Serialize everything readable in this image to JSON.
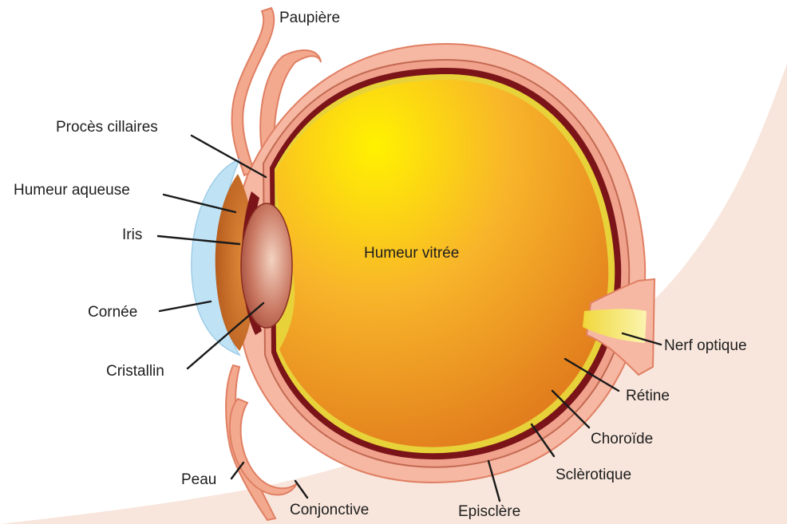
{
  "diagram": {
    "labels": {
      "paupiere": "Paupière",
      "proces_cillaires": "Procès cillaires",
      "humeur_aqueuse": "Humeur aqueuse",
      "iris": "Iris",
      "cornee": "Cornée",
      "cristallin": "Cristallin",
      "peau": "Peau",
      "conjonctive": "Conjonctive",
      "humeur_vitree": "Humeur vitrée",
      "nerf_optique": "Nerf optique",
      "retine": "Rétine",
      "choroide": "Choroïde",
      "sclerotique": "Sclèrotique",
      "episclere": "Episclère"
    },
    "colors": {
      "background_tint": "#f8e6dc",
      "skin": "#f3a98e",
      "skin_outline": "#e07f63",
      "sclera_band": "#f6b7a3",
      "choroid": "#7a1418",
      "retina": "#e8d23a",
      "vitreous_light": "#fff200",
      "vitreous_dark": "#e8891a",
      "cornea": "#bfe3f5",
      "iris": "#c8661e",
      "lens": "#b45a4a",
      "optic_nerve": "#f5e96a"
    }
  }
}
